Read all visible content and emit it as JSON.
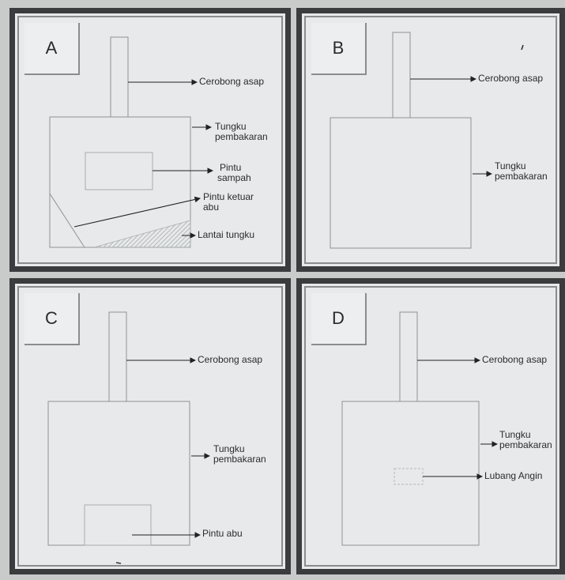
{
  "panels": {
    "a": {
      "letter": "A",
      "labels": {
        "chimney": "Cerobong asap",
        "furnace_1": "Tungku",
        "furnace_2": "pembakaran",
        "waste_door_1": "Pintu",
        "waste_door_2": "sampah",
        "ash_exit_1": "Pintu ketuar",
        "ash_exit_2": "abu",
        "floor": "Lantai tungku"
      }
    },
    "b": {
      "letter": "B",
      "labels": {
        "chimney": "Cerobong asap",
        "furnace_1": "Tungku",
        "furnace_2": "pembakaran"
      }
    },
    "c": {
      "letter": "C",
      "labels": {
        "chimney": "Cerobong asap",
        "furnace_1": "Tungku",
        "furnace_2": "pembakaran",
        "ash_door": "Pintu abu"
      }
    },
    "d": {
      "letter": "D",
      "labels": {
        "chimney": "Cerobong asap",
        "furnace_1": "Tungku",
        "furnace_2": "pembakaran",
        "air_hole": "Lubang Angin"
      }
    }
  },
  "colors": {
    "outer_frame": "#3a3c3e",
    "panel_bg": "#e7e9ea",
    "line": "#8f9294",
    "arrow": "#222222"
  }
}
